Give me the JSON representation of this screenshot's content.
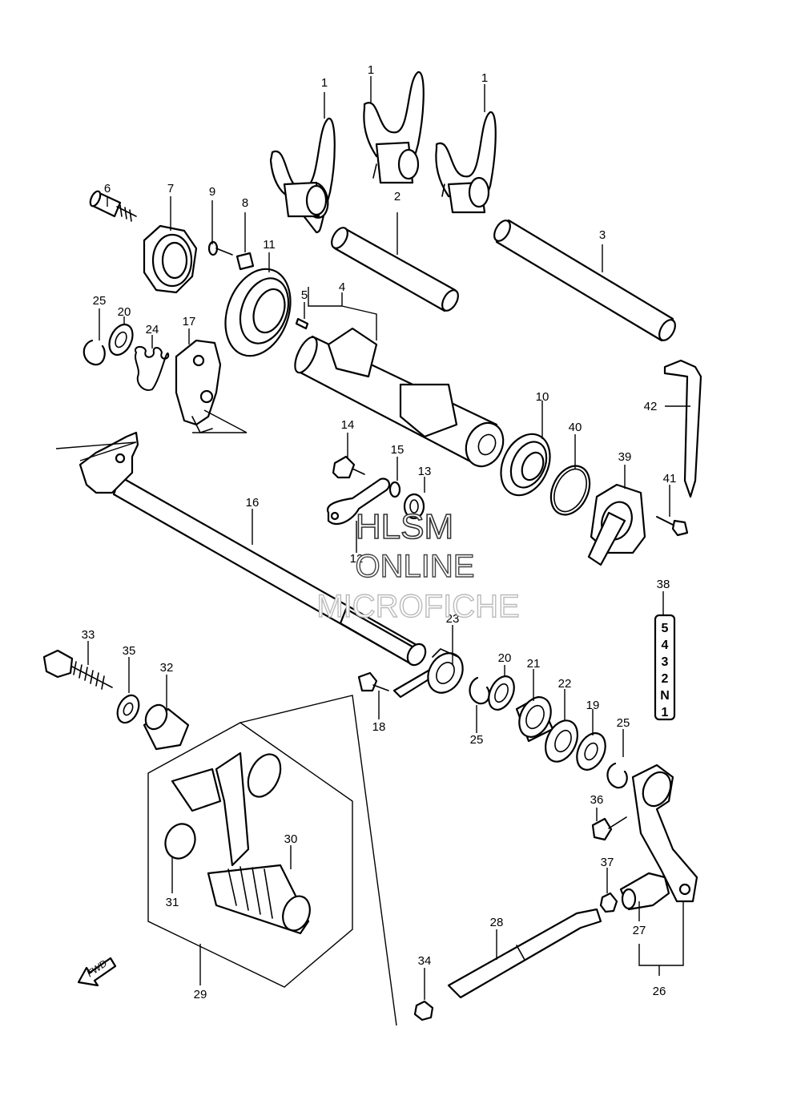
{
  "watermark": {
    "line1": "HLSM",
    "line2": "ONLINE",
    "line3": "MICROFICHE"
  },
  "direction_label": "FWD",
  "gear_indicator": {
    "callout": "38",
    "gears": [
      "5",
      "4",
      "3",
      "2",
      "N",
      "1"
    ]
  },
  "callouts": {
    "c1a": "1",
    "c1b": "1",
    "c1c": "1",
    "c2": "2",
    "c3": "3",
    "c4": "4",
    "c5": "5",
    "c6": "6",
    "c7": "7",
    "c8": "8",
    "c9": "9",
    "c10": "10",
    "c11": "11",
    "c12": "12",
    "c13": "13",
    "c14": "14",
    "c15": "15",
    "c16": "16",
    "c17": "17",
    "c18": "18",
    "c19": "19",
    "c20a": "20",
    "c20b": "20",
    "c21": "21",
    "c22": "22",
    "c23": "23",
    "c24": "24",
    "c25a": "25",
    "c25b": "25",
    "c25c": "25",
    "c26": "26",
    "c27": "27",
    "c28": "28",
    "c29": "29",
    "c30": "30",
    "c31": "31",
    "c32": "32",
    "c33": "33",
    "c34": "34",
    "c35": "35",
    "c36": "36",
    "c37": "37",
    "c39": "39",
    "c40": "40",
    "c41": "41",
    "c42": "42"
  }
}
